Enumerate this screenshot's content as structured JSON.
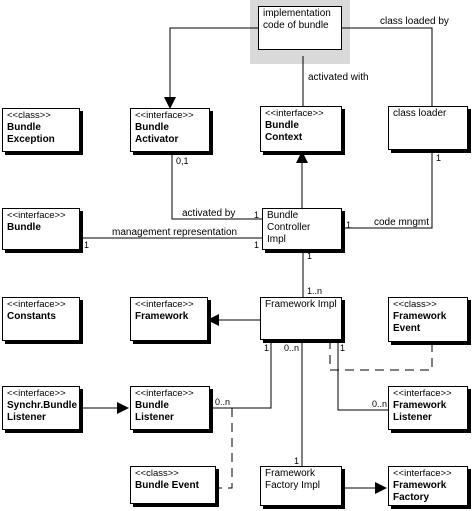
{
  "boxes": {
    "impl_code": {
      "line1": "implementation",
      "line2": "code of bundle"
    },
    "bundle_exception": {
      "stereo": "<<class>>",
      "line1": "Bundle",
      "line2": "Exception"
    },
    "bundle_activator": {
      "stereo": "<<interface>>",
      "line1": "Bundle",
      "line2": "Activator"
    },
    "bundle_context": {
      "stereo": "<<interface>>",
      "line1": "Bundle",
      "line2": "Context"
    },
    "class_loader": {
      "line1": "class loader"
    },
    "bundle": {
      "stereo": "<<interface>>",
      "line1": "Bundle"
    },
    "bundle_controller": {
      "line1": "Bundle Controller",
      "line2": "Impl"
    },
    "constants": {
      "stereo": "<<interface>>",
      "line1": "Constants"
    },
    "framework": {
      "stereo": "<<interface>>",
      "line1": "Framework"
    },
    "framework_impl": {
      "line1": "Framework Impl"
    },
    "framework_event": {
      "stereo": "<<class>>",
      "line1": "Framework",
      "line2": "Event"
    },
    "sync_listener": {
      "stereo": "<<interface>>",
      "line1": "Synchr.Bundle",
      "line2": "Listener"
    },
    "bundle_listener": {
      "stereo": "<<interface>>",
      "line1": "Bundle",
      "line2": "Listener"
    },
    "framework_listener": {
      "stereo": "<<interface>>",
      "line1": "Framework",
      "line2": "Listener"
    },
    "bundle_event": {
      "stereo": "<<class>>",
      "line1": "Bundle Event"
    },
    "factory_impl": {
      "line1": "Framework",
      "line2": "Factory Impl"
    },
    "framework_factory": {
      "stereo": "<<interface>>",
      "line1": "Framework",
      "line2": "Factory"
    }
  },
  "labels": {
    "class_loaded_by": "class loaded by",
    "activated_with": "activated with",
    "activated_by": "activated by",
    "management_representation": "management representation",
    "code_mngmt": "code mngmt"
  },
  "multiplicities": {
    "activator_0_1": "0,1",
    "ctrl_1_activated": "1",
    "bundle_1": "1",
    "ctrl_1_mgmt": "1",
    "ctrl_1_code": "1",
    "loader_1": "1",
    "ctrl_1_bottom": "1",
    "fw_1_n": "1..n",
    "fw_1_left": "1",
    "fw_0_n": "0..n",
    "fw_1_right": "1",
    "bl_0_n": "0..n",
    "fl_0_n": "0..n",
    "ff_1": "1"
  }
}
